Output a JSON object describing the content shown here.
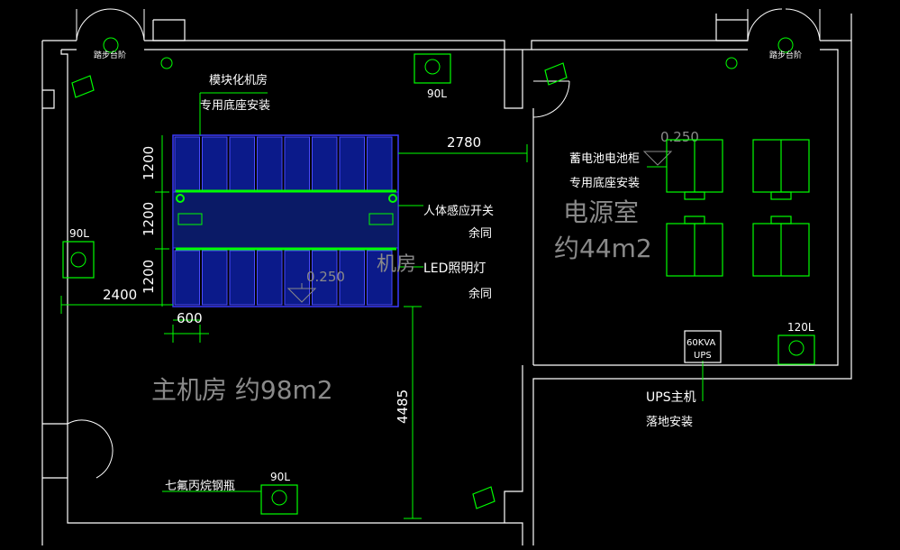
{
  "drawing": {
    "colors": {
      "background": "#000000",
      "wall": "#ffffff",
      "dimension": "#00ff00",
      "rack": "#0000ff",
      "room_label": "#8a8a8a",
      "equipment": "#00ff00",
      "text": "#ffffff"
    },
    "rooms": {
      "main_room": "主机房  约98m2",
      "power_room_title": "电源室",
      "power_room_area": "约44m2",
      "machine_room_small": "机房"
    },
    "labels": {
      "modular_line1": "模块化机房",
      "modular_line2": "专用底座安装",
      "battery_line1": "蓄电池电池柜",
      "battery_line2": "专用底座安装",
      "sensor_line1": "人体感应开关",
      "sensor_line2": "余同",
      "led_line1": "LED照明灯",
      "led_line2": "余同",
      "ups_line1": "UPS主机",
      "ups_line2": "落地安装",
      "gas_cylinder": "七氟丙烷钢瓶",
      "ups_box_line1": "60KVA",
      "ups_box_line2": "UPS",
      "exit_sign_left": "踏步台阶",
      "exit_sign_right": "踏步台阶"
    },
    "dimensions": {
      "d2780": "2780",
      "d2400": "2400",
      "d600": "600",
      "d1200a": "1200",
      "d1200b": "1200",
      "d1200c": "1200",
      "d4485": "4485",
      "elev_power": "0.250",
      "elev_main": "0.250"
    },
    "gas_units": {
      "top": "90L",
      "left": "90L",
      "bottom": "90L",
      "right": "120L"
    }
  }
}
